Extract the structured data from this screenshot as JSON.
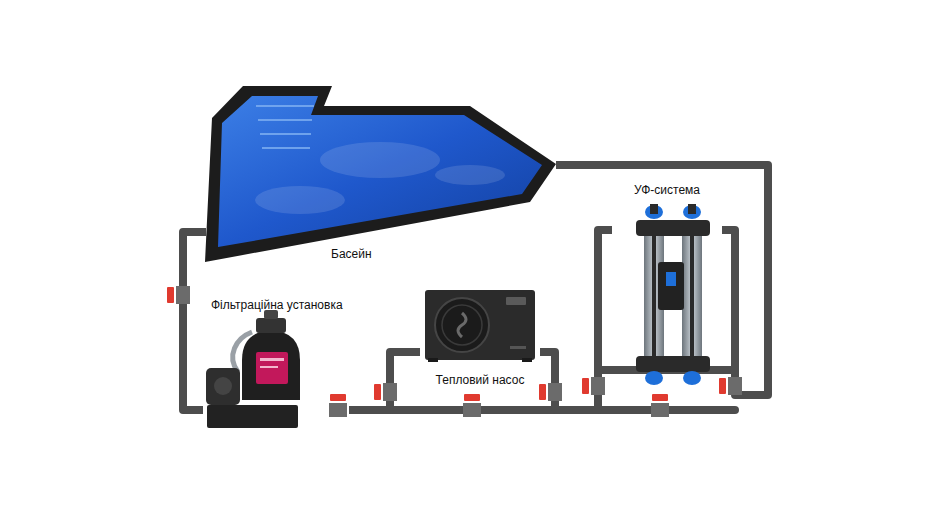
{
  "diagram": {
    "nodes": [
      {
        "text": [
          "Басейн"
        ]
      },
      {
        "text": [
          "Фільтраційна установка"
        ]
      },
      {
        "text": [
          "Тепловий насос"
        ]
      },
      {
        "text": [
          "УФ-система"
        ]
      }
    ],
    "edges": [
      {
        "from": 0,
        "to": 1,
        "arrow": "none"
      },
      {
        "from": 1,
        "to": 2,
        "arrow": "none"
      },
      {
        "from": 2,
        "to": 3,
        "arrow": "none"
      },
      {
        "from": 3,
        "to": 0,
        "arrow": "none"
      }
    ]
  }
}
